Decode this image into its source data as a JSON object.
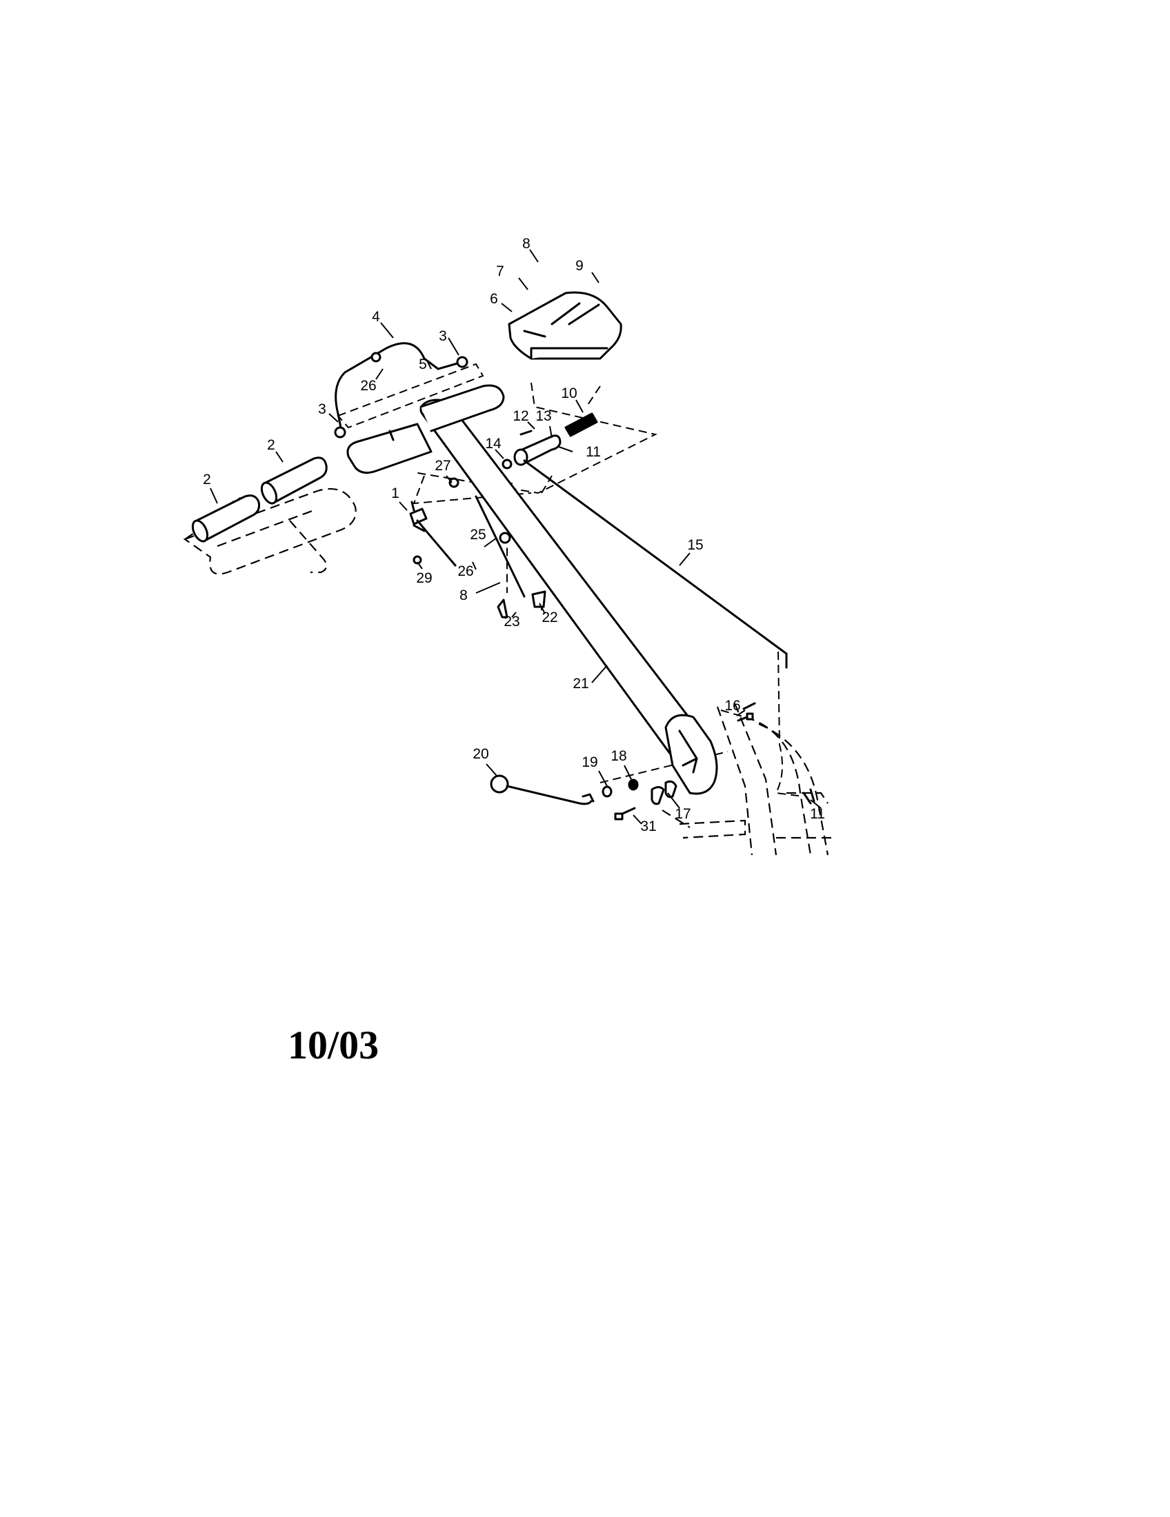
{
  "callouts": {
    "c8a": "8",
    "c7": "7",
    "c9": "9",
    "c6": "6",
    "c4": "4",
    "c3a": "3",
    "c3b": "3",
    "c5": "5",
    "c26a": "26",
    "c10": "10",
    "c12": "12",
    "c13": "13",
    "c14": "14",
    "c11a": "11",
    "c27": "27",
    "c2a": "2",
    "c2b": "2",
    "c1": "1",
    "c25": "25",
    "c15": "15",
    "c29": "29",
    "c26b": "26",
    "c8b": "8",
    "c23": "23",
    "c22": "22",
    "c21": "21",
    "c16": "16",
    "c20": "20",
    "c19": "19",
    "c18": "18",
    "c17": "17",
    "c11b": "11",
    "c31": "31"
  },
  "date_code": "10/03"
}
